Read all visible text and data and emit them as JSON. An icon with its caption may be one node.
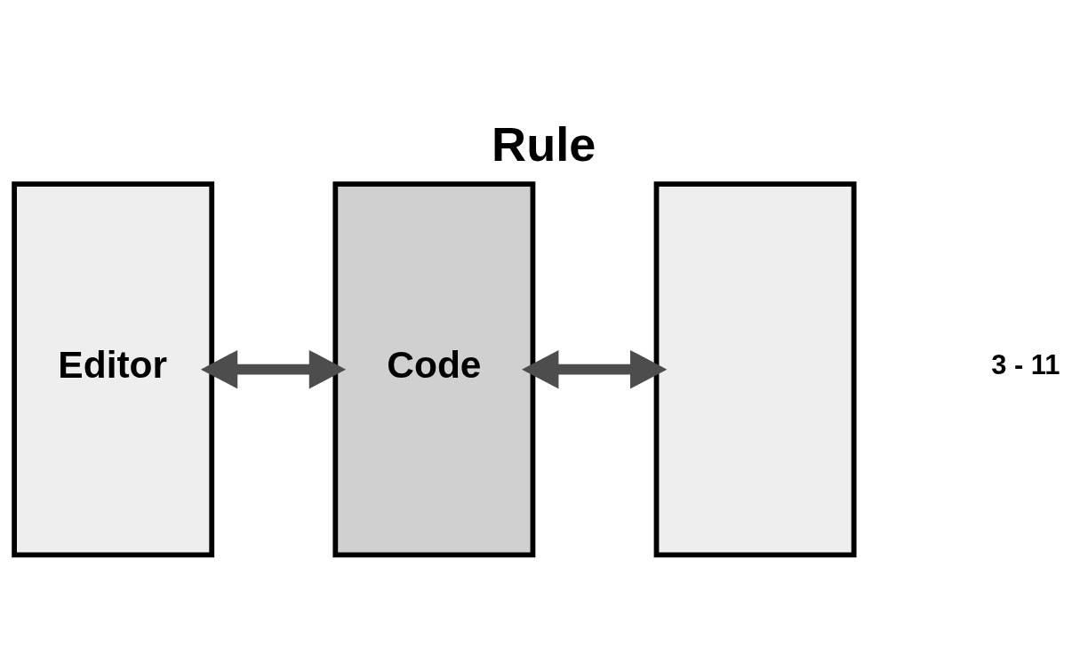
{
  "diagram": {
    "title": "Rule",
    "nodes": [
      {
        "text": [
          "Editor"
        ]
      },
      {
        "text": [
          "Code"
        ]
      },
      {
        "text": [],
        "shape": "box"
      }
    ],
    "edges": [
      {
        "from": 0,
        "to": 1,
        "arrow": "both"
      },
      {
        "from": 1,
        "to": 2,
        "arrow": "both"
      }
    ],
    "labels": [
      "3 - 11"
    ]
  }
}
